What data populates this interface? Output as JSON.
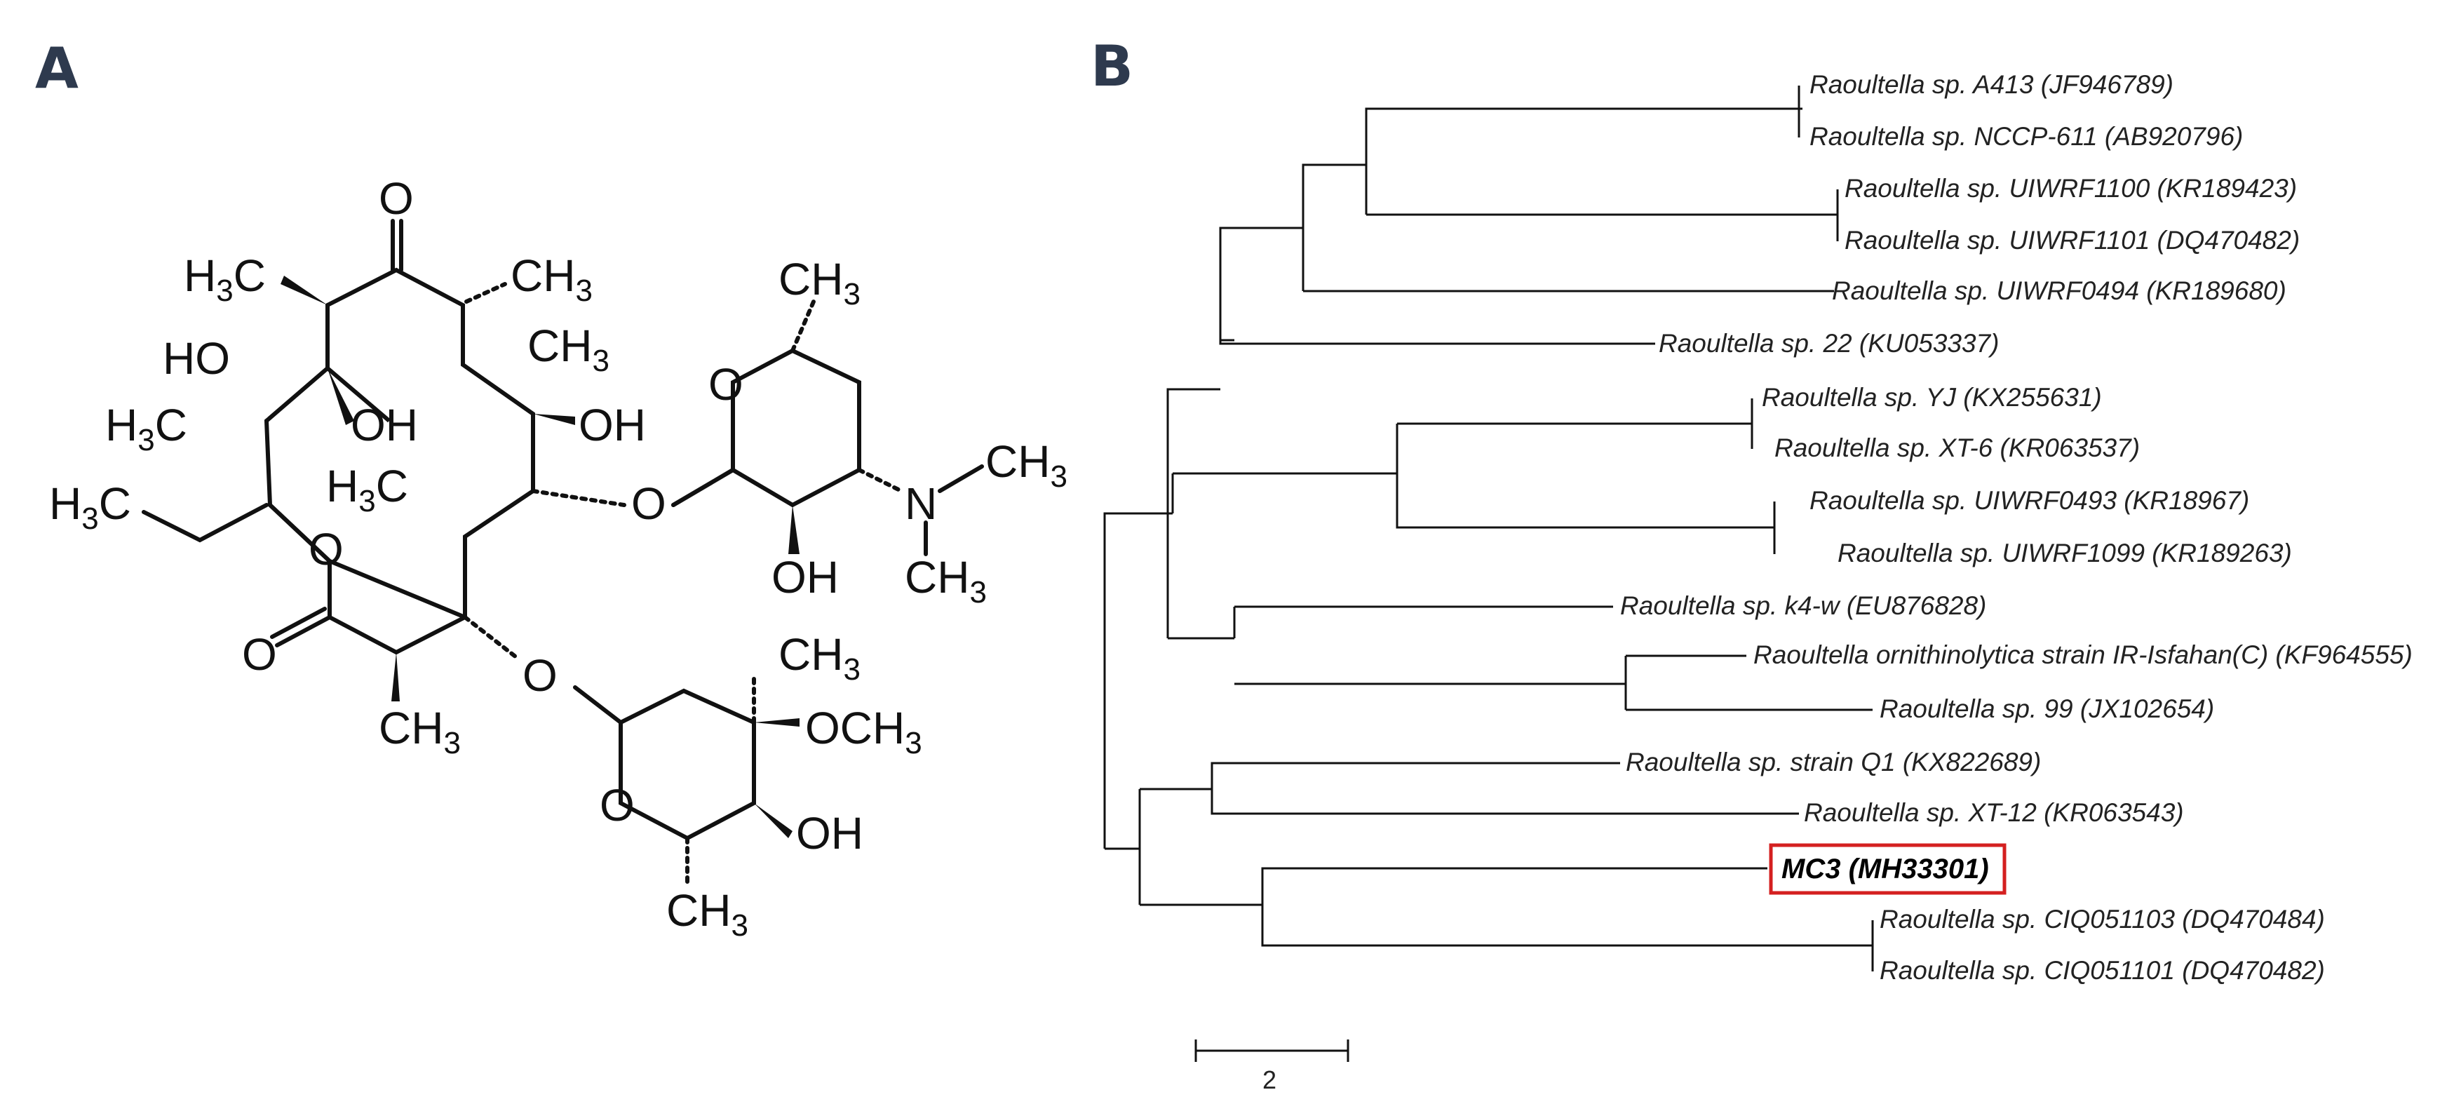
{
  "panels": {
    "a_label": "A",
    "b_label": "B"
  },
  "structure": {
    "atoms": {
      "ketone_o": "O",
      "h3c_top": "H3C",
      "ch3_top": "CH3",
      "ho_left": "HO",
      "oh_mid": "OH",
      "h3c_mid": "H3C",
      "ch3_ring": "CH3",
      "oh_ring": "OH",
      "h3c_ethyl": "H3C",
      "ring_o": "O",
      "h3c_ring_lower": "H3C",
      "glyco_o1": "O",
      "carbonyl_o": "O",
      "ch3_bottom": "CH3",
      "glyco_o2": "O",
      "sugar1_ch3": "CH3",
      "sugar1_o": "O",
      "sugar1_oh": "OH",
      "n_atom": "N",
      "n_ch3_top": "CH3",
      "n_ch3_bottom": "CH3",
      "sugar2_ch3": "CH3",
      "sugar2_och3": "OCH3",
      "sugar2_o": "O",
      "sugar2_oh": "OH",
      "sugar2_ch3_bottom": "CH3"
    }
  },
  "tree": {
    "taxa": [
      "Raoultella sp. A413 (JF946789)",
      "Raoultella sp. NCCP-611 (AB920796)",
      "Raoultella sp. UIWRF1100 (KR189423)",
      "Raoultella sp. UIWRF1101 (DQ470482)",
      "Raoultella sp. UIWRF0494 (KR189680)",
      "Raoultella sp. 22 (KU053337)",
      "Raoultella sp. YJ (KX255631)",
      "Raoultella sp. XT-6 (KR063537)",
      "Raoultella sp. UIWRF0493 (KR18967)",
      "Raoultella sp. UIWRF1099 (KR189263)",
      "Raoultella sp. k4-w (EU876828)",
      "Raoultella ornithinolytica strain IR-Isfahan(C) (KF964555)",
      "Raoultella sp. 99 (JX102654)",
      "Raoultella sp. strain Q1 (KX822689)",
      "Raoultella sp. XT-12 (KR063543)",
      "MC3 (MH33301)",
      "Raoultella sp. CIQ051103 (DQ470484)",
      "Raoultella sp. CIQ051101 (DQ470482)"
    ],
    "highlighted_taxon": "MC3 (MH33301)",
    "highlight_color": "#d42020",
    "scale_bar_label": "2"
  }
}
